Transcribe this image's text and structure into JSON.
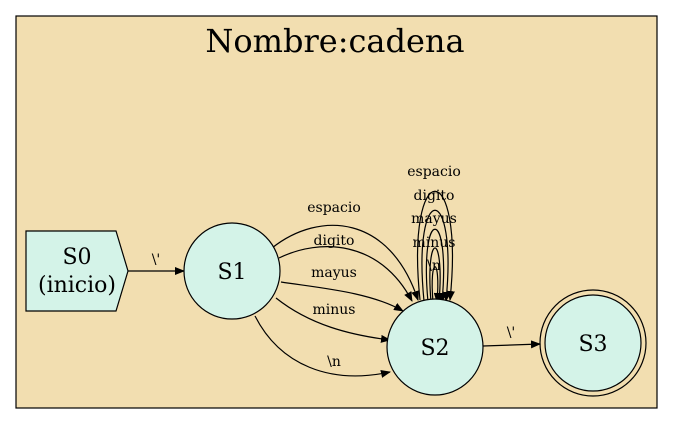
{
  "cluster": {
    "title": "Nombre:cadena",
    "fill": "#f2deb0",
    "stroke": "#000000"
  },
  "colors": {
    "node_fill": "#d4f3e8",
    "edge": "#000000"
  },
  "nodes": {
    "s0": {
      "line1": "S0",
      "line2": "(inicio)"
    },
    "s1": {
      "label": "S1"
    },
    "s2": {
      "label": "S2"
    },
    "s3": {
      "label": "S3"
    }
  },
  "edges": {
    "s0_s1": "\\'",
    "s1_s2_espacio": "espacio",
    "s1_s2_digito": "digito",
    "s1_s2_mayus": "mayus",
    "s1_s2_minus": "minus",
    "s1_s2_newline": "\\n",
    "s2_s2_espacio": "espacio",
    "s2_s2_digito": "digito",
    "s2_s2_mayus": "mayus",
    "s2_s2_minus": "minus",
    "s2_s2_newline": "\\n",
    "s2_s3": "\\'"
  }
}
